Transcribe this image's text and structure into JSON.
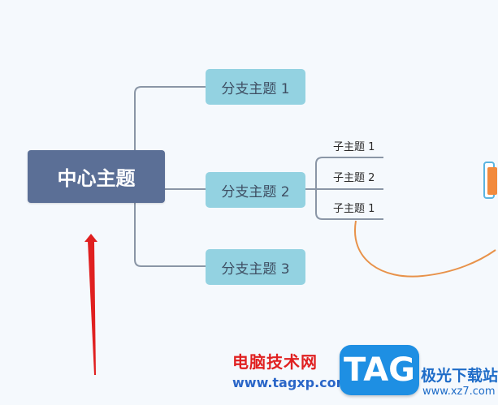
{
  "mindmap": {
    "central_topic": "中心主题",
    "branches": [
      {
        "label": "分支主题 1"
      },
      {
        "label": "分支主题 2",
        "subtopics": [
          "子主题 1",
          "子主题 2",
          "子主题 1"
        ]
      },
      {
        "label": "分支主题 3"
      }
    ]
  },
  "colors": {
    "background": "#f5f9fd",
    "central_fill": "#5b6f96",
    "branch_fill": "#93d2e1",
    "connector": "#8a96a6",
    "relationship_curve": "#e8924a",
    "annotation_arrow": "#e02020",
    "selected_node_border": "#5ab4e0",
    "selected_node_fill": "#f28a3d"
  },
  "watermark": {
    "site_name": "电脑技术网",
    "site_url": "www.tagxp.com",
    "badge": "TAG",
    "download_site": "极光下载站",
    "download_url": "www.xz7.com"
  }
}
